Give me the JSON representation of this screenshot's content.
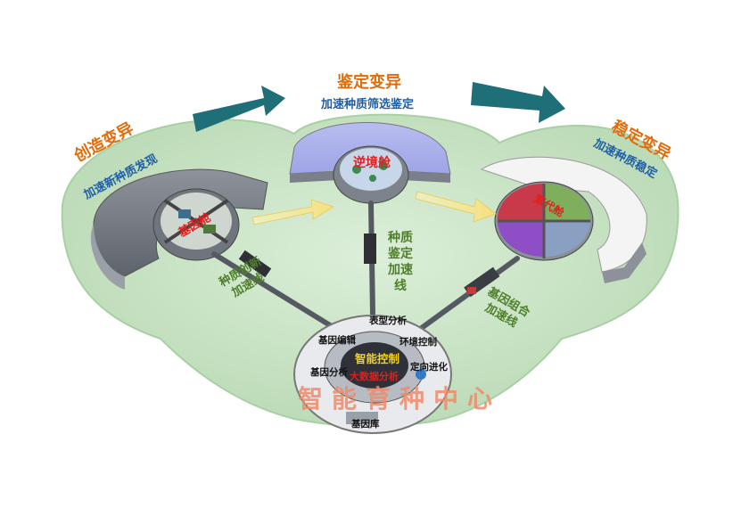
{
  "stages": {
    "left": {
      "title": "创造变异",
      "subtitle": "加速新种质发现",
      "pod_label": "基因舱"
    },
    "top": {
      "title": "鉴定变异",
      "subtitle": "加速种质筛选鉴定",
      "pod_label": "逆境舱"
    },
    "right": {
      "title": "稳定变异",
      "subtitle": "加速种质稳定",
      "pod_label": "繁代舱"
    }
  },
  "lines": {
    "left": "种质创新加速线",
    "middle": "种质鉴定加速线",
    "right": "基因组合加速线"
  },
  "center": {
    "title": "智能育种中心",
    "core": "智能控制",
    "core_sub": "大数据分析",
    "nodes": [
      "表型分析",
      "基因编辑",
      "环境控制",
      "基因分析",
      "定向进化",
      "基因库"
    ]
  },
  "colors": {
    "orange": "#e36c0a",
    "blue": "#1f5fa8",
    "green": "#4f7f2a",
    "teal_arrow": "#1f6f78",
    "platform": "#c7e2c3",
    "red": "#e02020"
  }
}
